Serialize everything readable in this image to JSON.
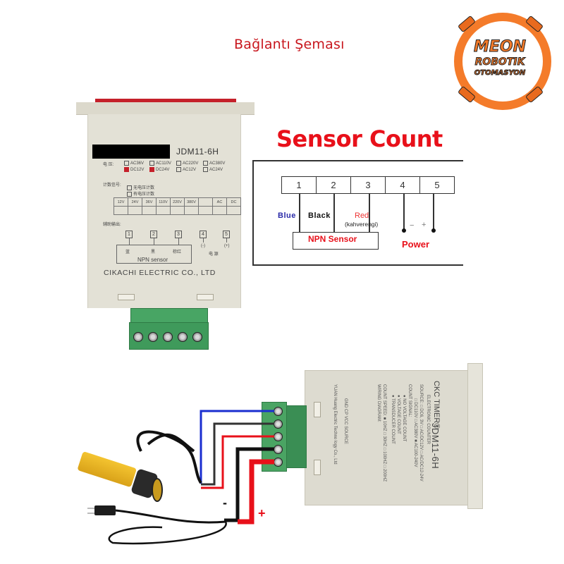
{
  "header": {
    "title": "Bağlantı Şeması"
  },
  "logo": {
    "line1": "MEON",
    "line2": "ROBOTIK",
    "line3": "OTOMASYON",
    "ring_color": "#f47b2a"
  },
  "device_front": {
    "model": "JDM11-6H",
    "voltage_label": "电  压:",
    "voltage_options": [
      {
        "label": "AC36V",
        "checked": false
      },
      {
        "label": "AC110V",
        "checked": false
      },
      {
        "label": "AC220V",
        "checked": false
      },
      {
        "label": "AC380V",
        "checked": false
      },
      {
        "label": "DC12V",
        "checked": true
      },
      {
        "label": "DC24V",
        "checked": true
      },
      {
        "label": "AC12V",
        "checked": false
      },
      {
        "label": "AC24V",
        "checked": false
      }
    ],
    "count_signal_label": "计数信号:",
    "count_signal_options": [
      "无电压计数",
      "有电压计数"
    ],
    "voltage_table": [
      "12V",
      "24V",
      "36V",
      "110V",
      "220V",
      "380V",
      "",
      "AC",
      "DC"
    ],
    "aux_output_label": "辅助输出:",
    "terminals": [
      "1",
      "2",
      "3",
      "4",
      "5"
    ],
    "wire_colors_cn": [
      "蓝",
      "黑",
      "棕红"
    ],
    "polarity": [
      "(-)",
      "(+)"
    ],
    "power_cn": "电 源",
    "npn_label": "NPN sensor",
    "company": "CIKACHI ELECTRIC CO., LTD"
  },
  "sensor_count": {
    "title": "Sensor Count",
    "terminals": [
      "1",
      "2",
      "3",
      "4",
      "5"
    ],
    "wire_labels": {
      "blue": "Blue",
      "black": "Black",
      "red": "Red",
      "red_note": "(kahverengi)"
    },
    "npn_sensor": "NPN Sensor",
    "minus": "−",
    "plus": "+",
    "power": "Power",
    "title_color": "#e8101a"
  },
  "device_side": {
    "brand": "CKC TIMER®",
    "model": "JDM11-6H",
    "subtitle": "ELECTRONIC COUNTER",
    "lines": [
      "SOURCE: □ DC6, 3V □ AC/DC12V □ AC/DC12-24V",
      "□ DC110V □ AC380V ■ AC100-240V",
      "COUNT SIGNAL:",
      "● NO VOLTAGE COUNT",
      "● VOLTAGE COUNT",
      "● TRANSDUCER COUNT",
      "COUNT SPEED: ■ 10HZ □ 30HZ □ 100HZ □ 200HZ",
      "WIRING DIAGRAM:",
      "GND  CP  VCC  SOURCE",
      "YUAN Huang Electric Techno logy Co., Ltd"
    ],
    "terminals": [
      "1",
      "2",
      "3",
      "4",
      "5"
    ]
  },
  "wiring": {
    "minus": "-",
    "plus": "+",
    "colors": {
      "blue": "#1a2ed0",
      "black": "#111111",
      "red": "#e8101a"
    }
  }
}
